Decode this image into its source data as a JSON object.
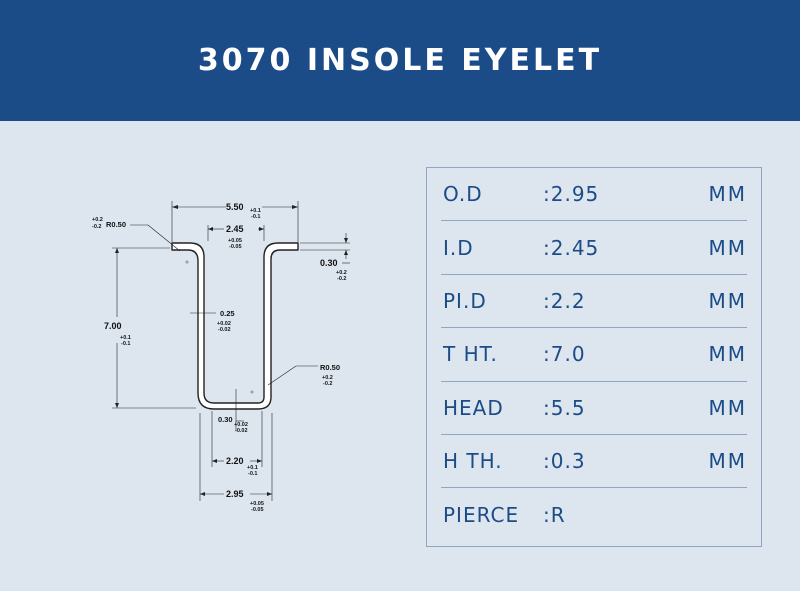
{
  "header": {
    "title": "3070 INSOLE EYELET"
  },
  "drawing": {
    "dims": {
      "head_width": "5.50",
      "head_width_tol_hi": "+0.1",
      "head_width_tol_lo": "-0.1",
      "inner_width": "2.45",
      "inner_width_tol_hi": "+0.05",
      "inner_width_tol_lo": "-0.05",
      "top_radius": "R0.50",
      "top_radius_tol_hi": "+0.2",
      "top_radius_tol_lo": "-0.2",
      "flange_thickness": "0.30",
      "flange_thickness_tol_hi": "+0.2",
      "flange_thickness_tol_lo": "-0.2",
      "wall_thickness": "0.25",
      "wall_thickness_tol_hi": "+0.02",
      "wall_thickness_tol_lo": "-0.02",
      "height": "7.00",
      "height_tol_hi": "+0.1",
      "height_tol_lo": "-0.1",
      "bottom_radius": "R0.50",
      "bottom_radius_tol_hi": "+0.2",
      "bottom_radius_tol_lo": "-0.2",
      "bottom_thickness": "0.30",
      "bottom_thickness_tol_hi": "+0.02",
      "bottom_thickness_tol_lo": "-0.02",
      "bottom_inner": "2.20",
      "bottom_inner_tol_hi": "+0.1",
      "bottom_inner_tol_lo": "-0.1",
      "outer_dia": "2.95",
      "outer_dia_tol_hi": "+0.05",
      "outer_dia_tol_lo": "-0.05"
    }
  },
  "specs": [
    {
      "label": "O.D",
      "value": ":2.95",
      "unit": "MM"
    },
    {
      "label": "I.D",
      "value": ":2.45",
      "unit": "MM"
    },
    {
      "label": "PI.D",
      "value": ":2.2",
      "unit": "MM"
    },
    {
      "label": "T HT.",
      "value": ":7.0",
      "unit": "MM"
    },
    {
      "label": "HEAD",
      "value": ":5.5",
      "unit": "MM"
    },
    {
      "label": "H TH.",
      "value": ":0.3",
      "unit": "MM"
    },
    {
      "label": "PIERCE",
      "value": ":R",
      "unit": ""
    }
  ],
  "colors": {
    "header_bg": "#1b4c87",
    "page_bg": "#dde6ef",
    "accent": "#1b4c87"
  }
}
